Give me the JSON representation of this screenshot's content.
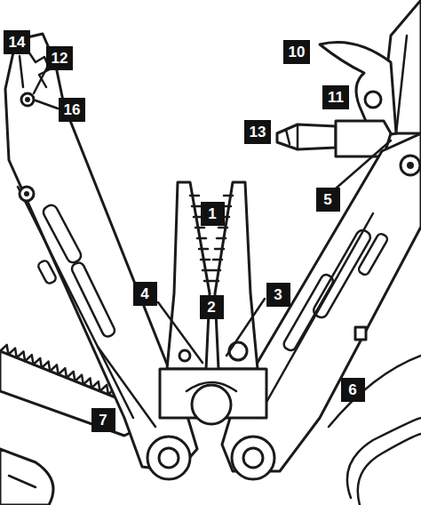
{
  "diagram": {
    "labels": [
      "14",
      "12",
      "10",
      "16",
      "11",
      "13",
      "5",
      "1",
      "4",
      "2",
      "3",
      "6",
      "7"
    ]
  }
}
